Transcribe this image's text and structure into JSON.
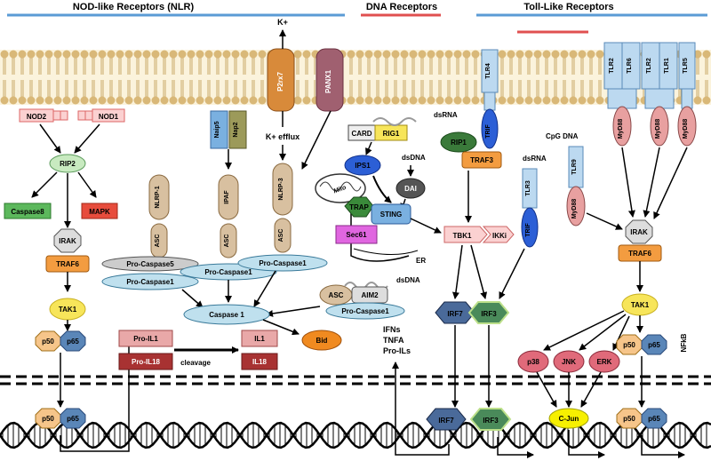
{
  "headers": {
    "nlr": "NOD-like Receptors (NLR)",
    "dna": "DNA Receptors",
    "tlr": "Toll-Like Receptors"
  },
  "colors": {
    "nlr_line": "#5b9bd5",
    "dna_line": "#e05050",
    "tlr_line": "#5b9bd5",
    "membrane": "#f6e6b8",
    "membrane_head": "#e8c880",
    "green": "#5cb85c",
    "red": "#e74c3c",
    "orange": "#f39c40",
    "yellow": "#f7e55a",
    "pink": "#f2a6a6",
    "lightblue": "#bcd9f0",
    "darkred": "#b03b3b",
    "blue": "#2c5fd6"
  },
  "labels": {
    "kplus": "K+",
    "kplus_efflux": "K+ efflux",
    "p2rx7": "P2rx7",
    "panx1": "PANX1",
    "nod2": "NOD2",
    "nod1": "NOD1",
    "rip2": "RIP2",
    "caspase8": "Caspase8",
    "mapk": "MAPK",
    "irak": "IRAK",
    "traf6": "TRAF6",
    "tak1": "TAK1",
    "p50": "p50",
    "p65": "p65",
    "naip5": "Naip5",
    "nap2": "Nap2",
    "nlrp1": "NLRP-1",
    "ipaf": "IPAF",
    "nlrp3": "NLRP-3",
    "asc": "ASC",
    "pro_caspase5": "Pro-Caspase5",
    "pro_caspase1": "Pro-Caspase1",
    "caspase1": "Caspase 1",
    "bid": "Bid",
    "pro_il1": "Pro-IL1",
    "pro_il18": "Pro-IL18",
    "il1": "IL1",
    "il18": "IL18",
    "cleavage": "cleavage",
    "card": "CARD",
    "rig1": "RIG1",
    "dsrna": "dsRNA",
    "dsdna": "dsDNA",
    "ips1": "IPS1",
    "mito": "Mito",
    "dai": "DAI",
    "trap": "TRAP",
    "sting": "STING",
    "sec61": "Sec61",
    "er": "ER",
    "aim2": "AIM2",
    "ifns": "IFNs",
    "tnfa": "TNFA",
    "pro_ils": "Pro-ILs",
    "tlr4": "TLR4",
    "trif": "TRIF",
    "rip1": "RIP1",
    "traf3": "TRAF3",
    "tbk1": "TBK1",
    "ikki": "IKKi",
    "tlr3": "TLR3",
    "irf7": "IRF7",
    "irf3": "IRF3",
    "cpg_dna": "CpG DNA",
    "tlr9": "TLR9",
    "myd88": "MyD88",
    "tlr2": "TLR2",
    "tlr6": "TLR6",
    "tlr1": "TLR1",
    "tlr5": "TLR5",
    "p38": "p38",
    "jnk": "JNK",
    "erk": "ERK",
    "cjun": "C-Jun",
    "nfkb": "NFkB"
  }
}
